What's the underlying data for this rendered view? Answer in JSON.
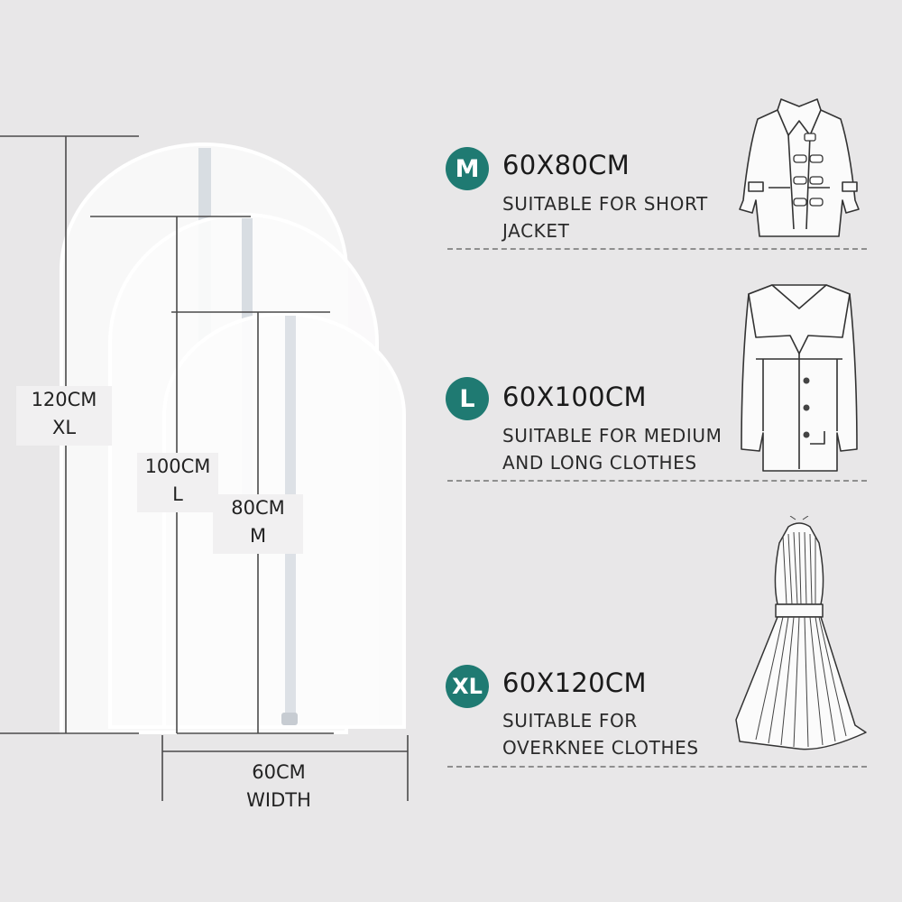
{
  "dimensions": {
    "xl": {
      "value": "120CM",
      "size": "XL"
    },
    "l": {
      "value": "100CM",
      "size": "L"
    },
    "m": {
      "value": "80CM",
      "size": "M"
    },
    "width": {
      "value": "60CM",
      "label": "WIDTH"
    }
  },
  "sizes": [
    {
      "badge": "M",
      "title": "60X80CM",
      "desc_lines": [
        "SUITABLE FOR SHORT",
        "JACKET"
      ],
      "illustration": "jacket-icon"
    },
    {
      "badge": "L",
      "title": "60X100CM",
      "desc_lines": [
        "SUITABLE FOR MEDIUM",
        "AND LONG CLOTHES"
      ],
      "illustration": "coat-icon"
    },
    {
      "badge": "XL",
      "title": "60X120CM",
      "desc_lines": [
        "SUITABLE FOR",
        "OVERKNEE CLOTHES"
      ],
      "illustration": "dress-icon"
    }
  ],
  "colors": {
    "background": "#e8e7e8",
    "badge": "#1f7a72"
  }
}
